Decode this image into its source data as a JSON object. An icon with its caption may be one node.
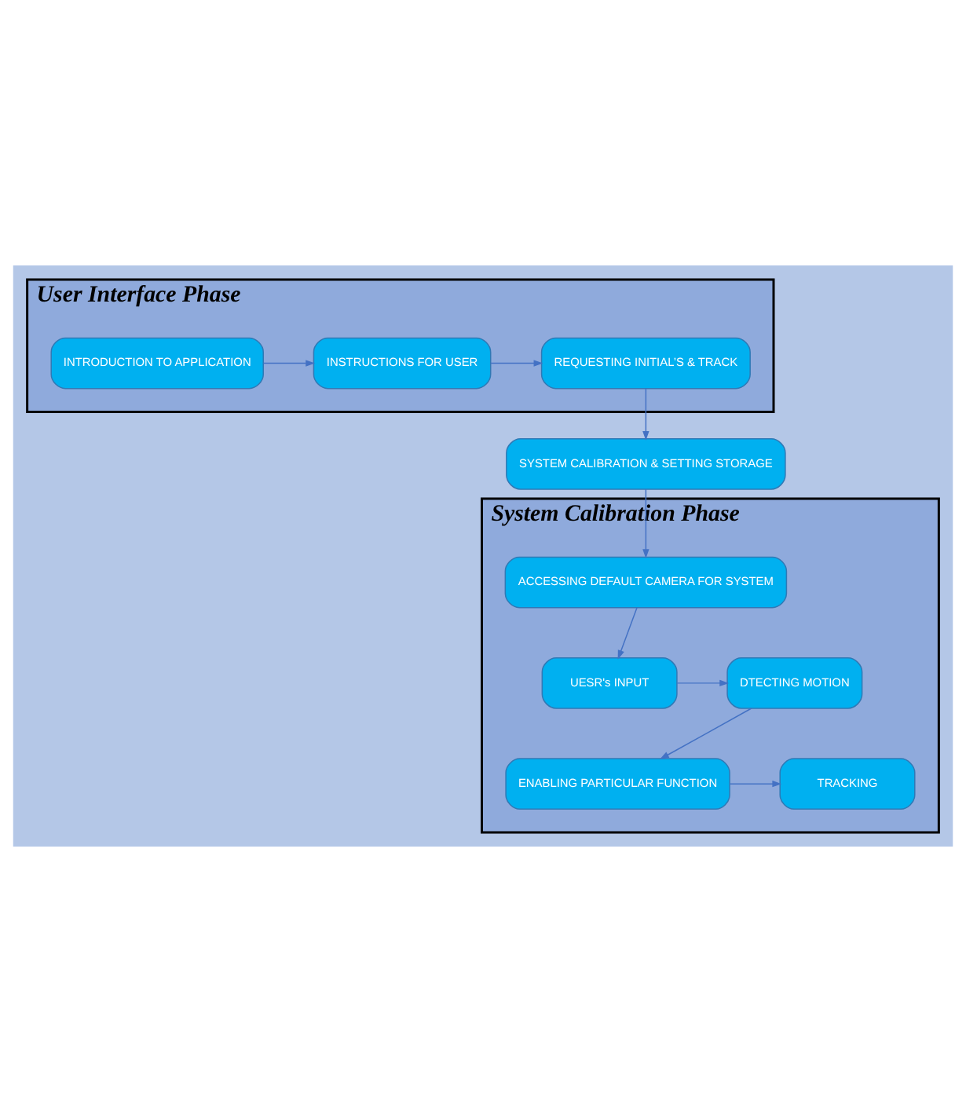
{
  "diagram": {
    "nodes": [
      {
        "text": [
          "User Interface Phase"
        ]
      },
      {
        "text": [
          "REQUESTING INITIAL’S & TRACK"
        ],
        "in": 0
      },
      {
        "text": [
          "INSTRUCTIONS FOR USER"
        ],
        "in": 0
      },
      {
        "text": [
          "INTRODUCTION TO APPLICATION"
        ],
        "in": 0
      },
      {
        "text": [
          "SYSTEM CALIBRATION & SETTING STORAGE"
        ]
      },
      {
        "text": [
          "System Calibration Phase"
        ]
      },
      {
        "text": [
          "ACCESSING DEFAULT CAMERA FOR SYSTEM"
        ],
        "in": 5
      },
      {
        "text": [
          "UESR's INPUT"
        ],
        "in": 5
      },
      {
        "text": [
          "DTECTING MOTION"
        ],
        "in": 5
      },
      {
        "text": [
          "ENABLING PARTICULAR FUNCTION"
        ],
        "in": 5
      },
      {
        "text": [
          "TRACKING"
        ],
        "in": 5
      }
    ],
    "edges": [
      {
        "from": 3,
        "to": 2,
        "arrow": "to"
      },
      {
        "from": 2,
        "to": 1,
        "arrow": "to"
      },
      {
        "from": 1,
        "to": 4,
        "arrow": "to"
      },
      {
        "from": 4,
        "to": 6,
        "arrow": "to"
      },
      {
        "from": 6,
        "to": 7,
        "arrow": "to"
      },
      {
        "from": 7,
        "to": 8,
        "arrow": "to"
      },
      {
        "from": 8,
        "to": 9,
        "arrow": "to"
      },
      {
        "from": 9,
        "to": 10,
        "arrow": "to"
      }
    ]
  }
}
